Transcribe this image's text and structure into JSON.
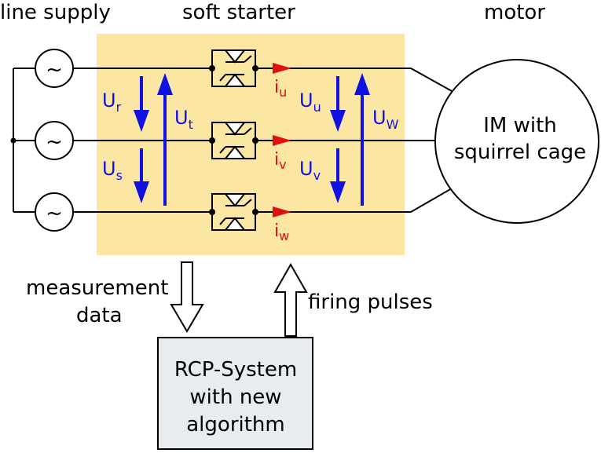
{
  "headers": {
    "line_supply": "line supply",
    "soft_starter": "soft starter",
    "motor": "motor"
  },
  "source_symbol": "~",
  "motor_label": {
    "line1": "IM with",
    "line2": "squirrel cage"
  },
  "voltages": {
    "ur": {
      "base": "U",
      "sub": "r"
    },
    "us": {
      "base": "U",
      "sub": "s"
    },
    "ut": {
      "base": "U",
      "sub": "t"
    },
    "uu": {
      "base": "U",
      "sub": "u"
    },
    "uv": {
      "base": "U",
      "sub": "v"
    },
    "uw": {
      "base": "U",
      "sub": "W"
    }
  },
  "currents": {
    "iu": {
      "base": "i",
      "sub": "u"
    },
    "iv": {
      "base": "i",
      "sub": "v"
    },
    "iw": {
      "base": "i",
      "sub": "w"
    }
  },
  "signals": {
    "measurement_line1": "measurement",
    "measurement_line2": "data",
    "firing": "firing pulses"
  },
  "rcp_box": {
    "line1": "RCP-System",
    "line2": "with new",
    "line3": "algorithm"
  },
  "colors": {
    "soft_starter_bg": "#fbe7a3",
    "voltage_arrow": "#1010e0",
    "current_arrow": "#e01010",
    "rcp_box_bg": "#e8ecef"
  }
}
